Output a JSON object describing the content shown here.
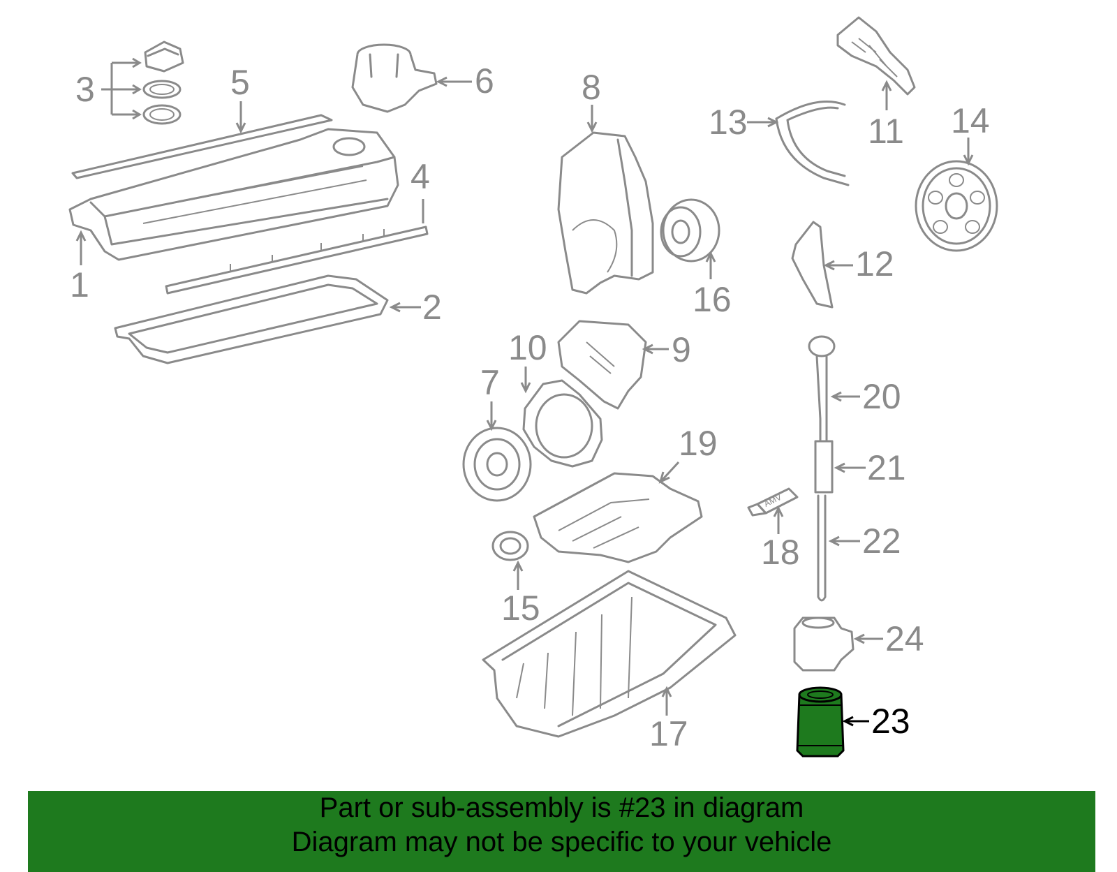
{
  "callouts": {
    "c1": "1",
    "c2": "2",
    "c3": "3",
    "c4": "4",
    "c5": "5",
    "c6": "6",
    "c7": "7",
    "c8": "8",
    "c9": "9",
    "c10": "10",
    "c11": "11",
    "c12": "12",
    "c13": "13",
    "c14": "14",
    "c15": "15",
    "c16": "16",
    "c17": "17",
    "c18": "18",
    "c19": "19",
    "c20": "20",
    "c21": "21",
    "c22": "22",
    "c23": "23",
    "c24": "24"
  },
  "tube_label": "AMV",
  "colors": {
    "line": "#8a8a8a",
    "highlight_part": "#1e7a1e",
    "footer_bg": "#1e7a1e"
  },
  "footer": {
    "line1": "Part or sub-assembly is #23 in diagram",
    "line2": "Diagram may not be specific to your vehicle"
  }
}
